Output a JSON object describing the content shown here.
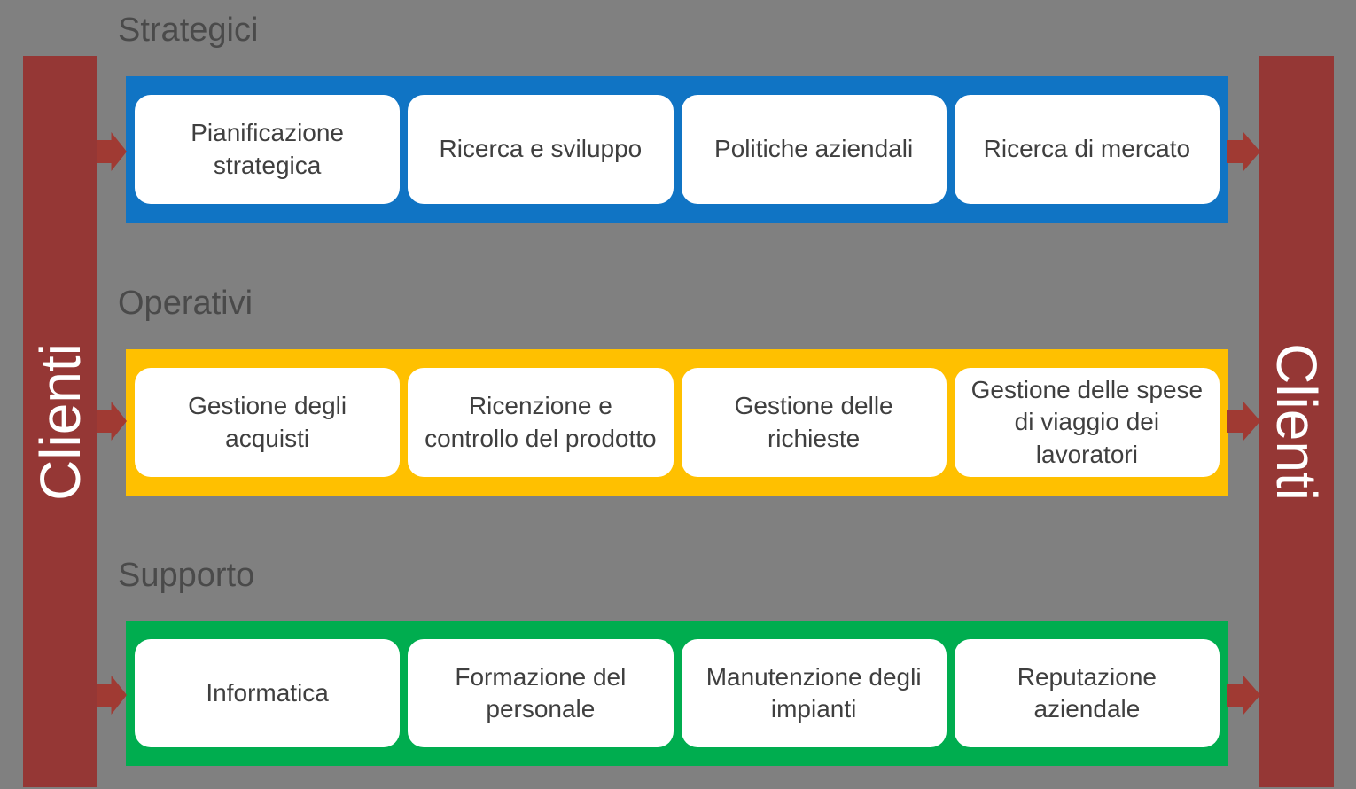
{
  "background": "#808080",
  "bars": {
    "left_label": "Clienti",
    "right_label": "Clienti",
    "color": "#953735",
    "text_color": "#FFFFFF"
  },
  "arrow_color": "#A03A33",
  "heading_color": "#4A4A4A",
  "box_text_color": "#3F3F3F",
  "rows": [
    {
      "label": "Strategici",
      "color": "#1074C4",
      "items": [
        "Pianificazione strategica",
        "Ricerca e sviluppo",
        "Politiche aziendali",
        "Ricerca di mercato"
      ]
    },
    {
      "label": "Operativi",
      "color": "#FFC000",
      "items": [
        "Gestione degli acquisti",
        "Ricenzione e controllo del prodotto",
        "Gestione delle richieste",
        "Gestione delle spese di viaggio dei lavoratori"
      ]
    },
    {
      "label": "Supporto",
      "color": "#00AD4F",
      "items": [
        "Informatica",
        "Formazione del personale",
        "Manutenzione degli impianti",
        "Reputazione aziendale"
      ]
    }
  ]
}
